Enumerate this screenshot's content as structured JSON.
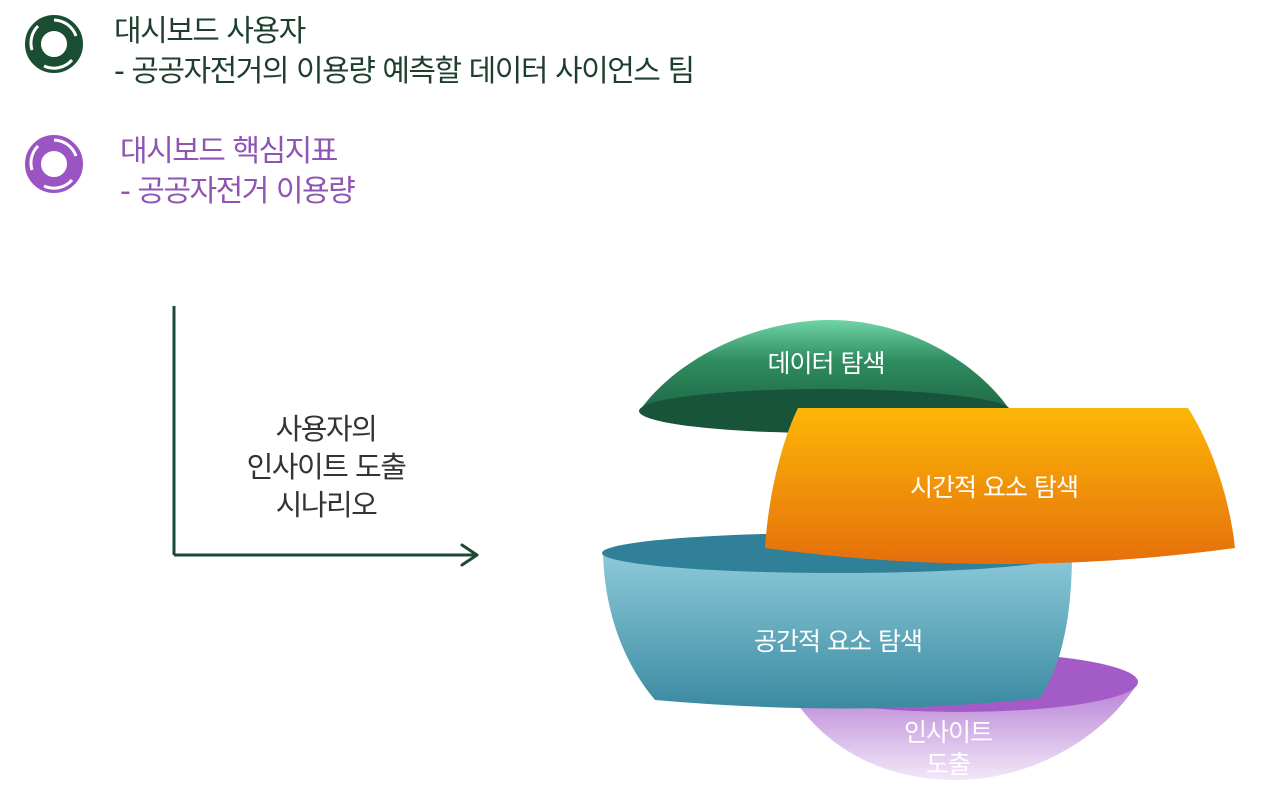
{
  "legend": [
    {
      "title": "대시보드 사용자",
      "subtitle": "- 공공자전거의 이용량 예측할 데이터 사이언스 팀",
      "color": "#1b4d33",
      "icon": "ring-icon"
    },
    {
      "title": "대시보드 핵심지표",
      "subtitle": "- 공공자전거 이용량",
      "color": "#9a55c2",
      "icon": "ring-icon"
    }
  ],
  "axis": {
    "label_lines": [
      "사용자의",
      "인사이트 도출",
      "시나리오"
    ],
    "color": "#1d4a34"
  },
  "layers": {
    "data_exploration": "데이터 탐색",
    "temporal_exploration": "시간적 요소 탐색",
    "spatial_exploration": "공간적 요소 탐색",
    "insight": [
      "인사이트",
      "도출"
    ]
  },
  "colors": {
    "green": "#2a8a5c",
    "orange": "#f29a0f",
    "teal": "#4c9cb2",
    "purple": "#a665c8"
  }
}
